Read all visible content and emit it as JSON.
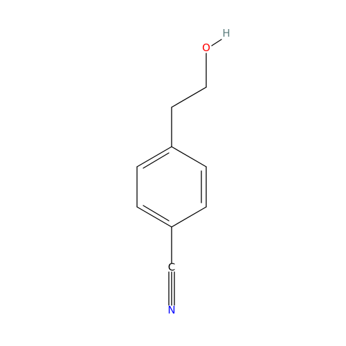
{
  "molecule": {
    "atoms": {
      "hydrogen": {
        "symbol": "H",
        "color": "#5f7f7f"
      },
      "oxygen": {
        "symbol": "O",
        "color": "#ff0000"
      },
      "carbon_nitrile": {
        "symbol": "C",
        "color": "#000000"
      },
      "nitrogen": {
        "symbol": "N",
        "color": "#0000ff"
      }
    }
  }
}
